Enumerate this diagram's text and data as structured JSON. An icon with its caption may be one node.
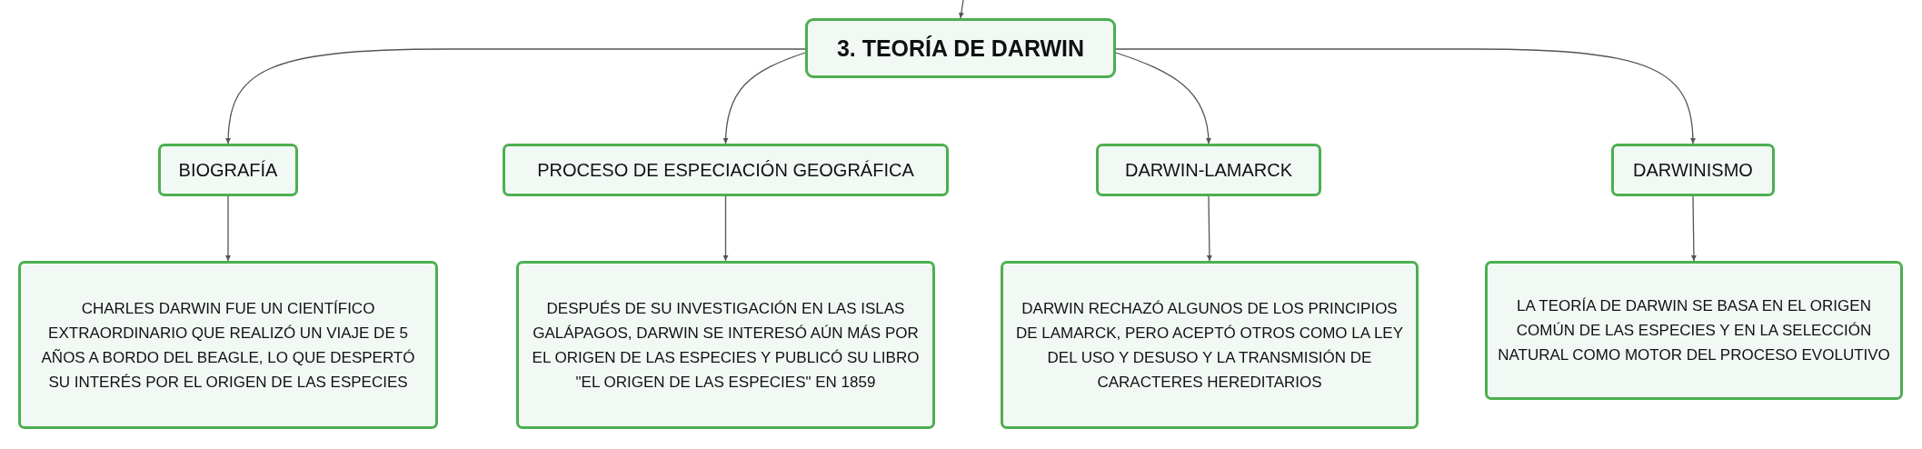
{
  "diagram": {
    "nodes": [
      {
        "text": [
          "3. TEORÍA DE DARWIN"
        ]
      },
      {
        "text": [
          "BIOGRAFÍA"
        ]
      },
      {
        "text": [
          "PROCESO DE ESPECIACIÓN GEOGRÁFICA"
        ]
      },
      {
        "text": [
          "DARWIN-LAMARCK"
        ]
      },
      {
        "text": [
          "DARWINISMO"
        ]
      },
      {
        "text": [
          "CHARLES DARWIN FUE UN CIENTÍFICO EXTRAORDINARIO QUE REALIZÓ UN VIAJE DE 5 AÑOS A BORDO DEL BEAGLE, LO QUE DESPERTÓ SU INTERÉS POR EL ORIGEN DE LAS ESPECIES"
        ]
      },
      {
        "text": [
          "DESPUÉS DE SU INVESTIGACIÓN EN LAS ISLAS GALÁPAGOS, DARWIN SE INTERESÓ AÚN MÁS POR EL ORIGEN DE LAS ESPECIES Y PUBLICÓ SU LIBRO \"EL ORIGEN DE LAS ESPECIES\" EN 1859"
        ]
      },
      {
        "text": [
          "DARWIN RECHAZÓ ALGUNOS DE LOS PRINCIPIOS DE LAMARCK, PERO ACEPTÓ OTROS COMO LA LEY DEL USO Y DESUSO Y LA TRANSMISIÓN DE CARACTERES HEREDITARIOS"
        ]
      },
      {
        "text": [
          "LA TEORÍA DE DARWIN SE BASA EN EL ORIGEN COMÚN DE LAS ESPECIES Y EN LA SELECCIÓN NATURAL COMO MOTOR DEL PROCESO EVOLUTIVO"
        ]
      }
    ],
    "edges": [
      {
        "from": null,
        "to": 0,
        "arrow": "to"
      },
      {
        "from": 0,
        "to": 1,
        "arrow": "to"
      },
      {
        "from": 0,
        "to": 2,
        "arrow": "to"
      },
      {
        "from": 0,
        "to": 3,
        "arrow": "to"
      },
      {
        "from": 0,
        "to": 4,
        "arrow": "to"
      },
      {
        "from": 1,
        "to": 5,
        "arrow": "to"
      },
      {
        "from": 2,
        "to": 6,
        "arrow": "to"
      },
      {
        "from": 3,
        "to": 7,
        "arrow": "to"
      },
      {
        "from": 4,
        "to": 8,
        "arrow": "to"
      }
    ]
  }
}
